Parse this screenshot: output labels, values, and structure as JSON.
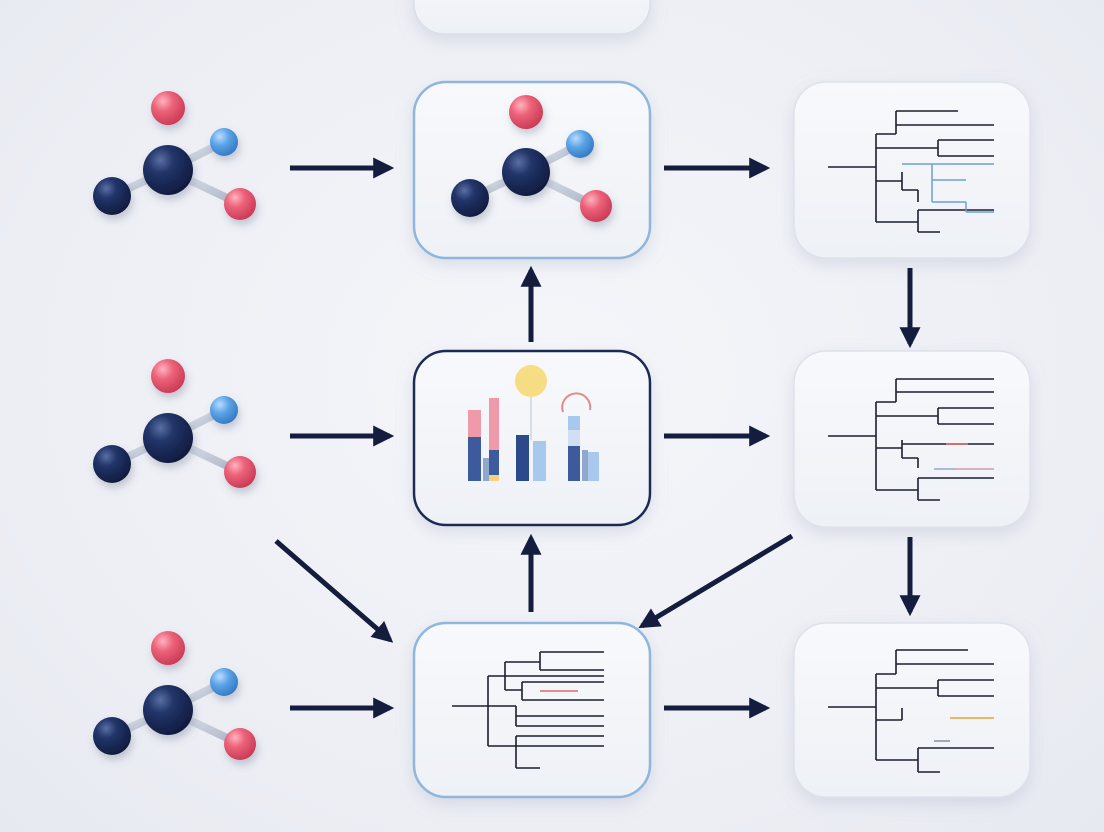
{
  "colors": {
    "background": "#eef0f5",
    "arrow": "#141d3d",
    "node_navy": "#1b2a55",
    "node_pink": "#e8566f",
    "node_blue": "#4e9be0",
    "border_blue": "#8fb6dd",
    "border_dark": "#1b2a55",
    "accent_red": "#e06a6a",
    "accent_orange": "#e8a23a",
    "accent_blue": "#6f9fd6",
    "bar_pink": "#ef9aa8",
    "bar_navy": "#3d5b9c",
    "bar_light": "#a9c8ee",
    "sun_yellow": "#f6d977"
  },
  "nodes": [
    {
      "id": "molecule-1",
      "kind": "molecule"
    },
    {
      "id": "molecule-2",
      "kind": "molecule"
    },
    {
      "id": "molecule-3",
      "kind": "molecule"
    },
    {
      "id": "box-molecule",
      "kind": "molecule-card",
      "border": "blue"
    },
    {
      "id": "box-chart",
      "kind": "bar-chart-card",
      "border": "dark"
    },
    {
      "id": "box-tree-center",
      "kind": "tree-card",
      "border": "blue"
    },
    {
      "id": "box-tree-top",
      "kind": "tree-card",
      "border": "none"
    },
    {
      "id": "box-tree-mid",
      "kind": "tree-card",
      "border": "none"
    },
    {
      "id": "box-tree-bottom",
      "kind": "tree-card",
      "border": "none"
    },
    {
      "id": "box-top-partial",
      "kind": "card",
      "border": "none"
    }
  ],
  "edges": [
    {
      "from": "molecule-1",
      "to": "box-molecule"
    },
    {
      "from": "molecule-2",
      "to": "box-chart"
    },
    {
      "from": "molecule-3",
      "to": "box-tree-center"
    },
    {
      "from": "molecule-2",
      "to": "box-tree-center"
    },
    {
      "from": "box-chart",
      "to": "box-molecule"
    },
    {
      "from": "box-tree-center",
      "to": "box-chart"
    },
    {
      "from": "box-molecule",
      "to": "box-tree-top"
    },
    {
      "from": "box-chart",
      "to": "box-tree-mid"
    },
    {
      "from": "box-tree-center",
      "to": "box-tree-bottom"
    },
    {
      "from": "box-tree-top",
      "to": "box-tree-mid"
    },
    {
      "from": "box-tree-mid",
      "to": "box-tree-bottom"
    },
    {
      "from": "box-tree-mid",
      "to": "box-tree-center"
    }
  ]
}
